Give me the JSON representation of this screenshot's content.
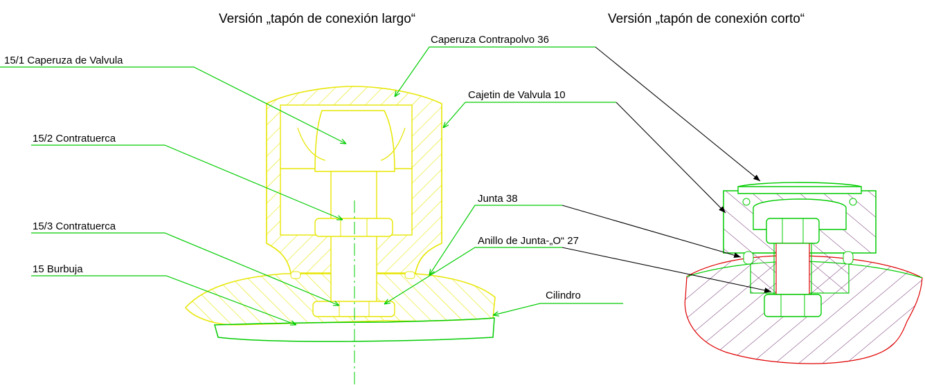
{
  "headings": {
    "long": "Versión „tapón de conexión largo“",
    "short": "Versión „tapón de conexión corto“"
  },
  "labels": {
    "dust_cap": "Caperuza Contrapolvo 36",
    "valve_cap": "15/1 Caperuza de Valvula",
    "valve_box": "Cajetin de Valvula 10",
    "locknut_2": "15/2 Contratuerca",
    "gasket": "Junta 38",
    "locknut_3": "15/3 Contratuerca",
    "o_ring": "Anillo de Junta-„O“ 27",
    "bubble": "15 Burbuja",
    "cylinder": "Cilindro"
  },
  "colors": {
    "leader": "#00cc00",
    "yellow_part": "#e6e600",
    "green_part": "#00cc00",
    "hatch_short": "#6b2a6b",
    "cylinder_outline": "#e00000",
    "arrow": "#000000"
  }
}
